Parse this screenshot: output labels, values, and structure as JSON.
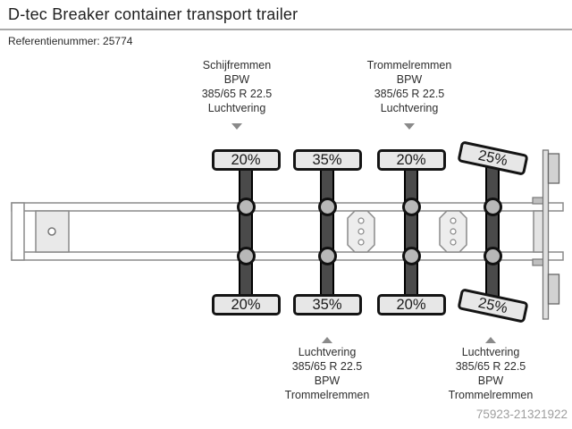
{
  "header": {
    "title": "D-tec Breaker container transport trailer",
    "reference": "Referentienummer: 25774"
  },
  "top_annotations": {
    "left": {
      "lines": [
        "Schijfremmen",
        "BPW",
        "385/65 R 22.5",
        "Luchtvering"
      ]
    },
    "right": {
      "lines": [
        "Trommelremmen",
        "BPW",
        "385/65 R 22.5",
        "Luchtvering"
      ]
    }
  },
  "bottom_annotations": {
    "left": {
      "lines": [
        "Luchtvering",
        "385/65 R 22.5",
        "BPW",
        "Trommelremmen"
      ]
    },
    "right": {
      "lines": [
        "Luchtvering",
        "385/65 R 22.5",
        "BPW",
        "Trommelremmen"
      ]
    }
  },
  "axles": [
    {
      "id": "axle-1",
      "load_top": "20%",
      "load_bottom": "20%",
      "steered": false
    },
    {
      "id": "axle-2",
      "load_top": "35%",
      "load_bottom": "35%",
      "steered": false
    },
    {
      "id": "axle-3",
      "load_top": "20%",
      "load_bottom": "20%",
      "steered": false
    },
    {
      "id": "axle-4",
      "load_top": "25%",
      "load_bottom": "25%",
      "steered": true
    }
  ],
  "watermark": "75923-21321922",
  "colors": {
    "axle_bar": "#4a4a4a",
    "hub": "#b8b8b8",
    "badge_fill": "#e7e7e7",
    "badge_border": "#141414",
    "chassis_stroke": "#8a8a8a",
    "arrow": "#8a8a8a",
    "watermark_text": "#9e9e9e"
  }
}
